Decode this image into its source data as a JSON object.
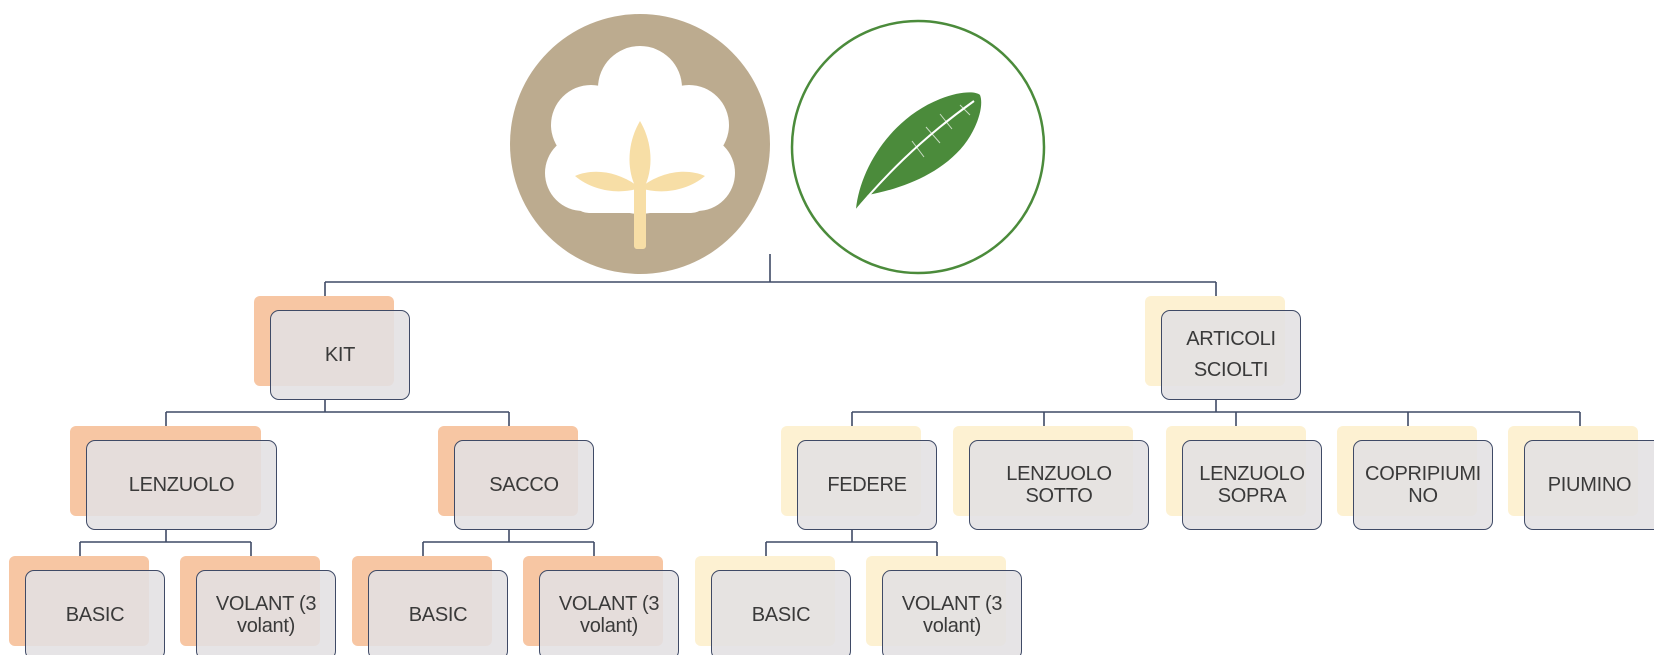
{
  "colors": {
    "connector": "#3f4a66",
    "kit_accent": "#f7c6a3",
    "articoli_accent": "#fdf1d2",
    "box_fill": "#e3e0e3",
    "cotton_circle": "#bcab8f",
    "cotton_flower": "#f7dea6",
    "feather_green": "#4b8b3b"
  },
  "logos": {
    "cotton_icon": "cotton-plant-icon",
    "feather_icon": "feather-icon"
  },
  "diagram": {
    "kit": {
      "label": "KIT"
    },
    "articoli": {
      "label": "ARTICOLI\nSCIOLTI"
    },
    "kit_children": {
      "lenzuolo": {
        "label": "LENZUOLO"
      },
      "sacco": {
        "label": "SACCO"
      }
    },
    "kit_leaves": {
      "lenzuolo_basic": {
        "label": "BASIC"
      },
      "lenzuolo_volant": {
        "label": "VOLANT (3\nvolant)"
      },
      "sacco_basic": {
        "label": "BASIC"
      },
      "sacco_volant": {
        "label": "VOLANT (3\nvolant)"
      }
    },
    "articoli_children": {
      "federe": {
        "label": "FEDERE"
      },
      "lenzuolo_sotto": {
        "label": "LENZUOLO\nSOTTO"
      },
      "lenzuolo_sopra": {
        "label": "LENZUOLO\nSOPRA"
      },
      "copripiumino": {
        "label": "COPRIPIUMI\nNO"
      },
      "piumino": {
        "label": "PIUMINO"
      }
    },
    "federe_leaves": {
      "basic": {
        "label": "BASIC"
      },
      "volant": {
        "label": "VOLANT (3\nvolant)"
      }
    }
  }
}
